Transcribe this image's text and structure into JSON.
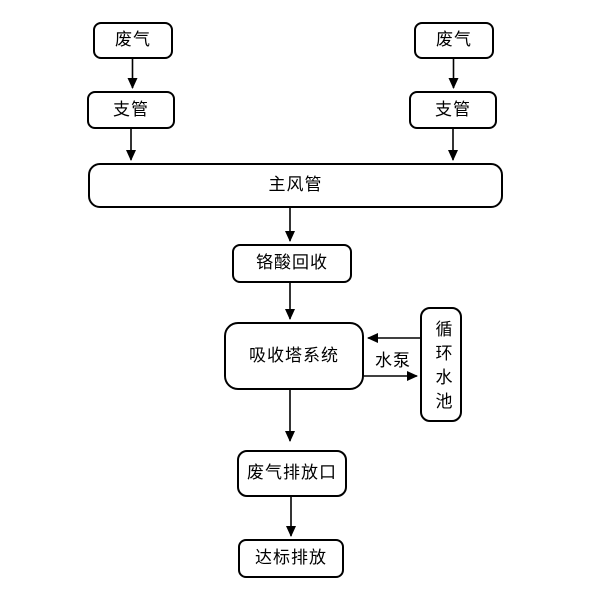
{
  "diagram": {
    "type": "flowchart",
    "background_color": "#ffffff",
    "line_color": "#000000",
    "box_fill_color": "#ffffff",
    "text_color": "#000000",
    "nodes": {
      "waste_gas_left": {
        "label": "废气"
      },
      "waste_gas_right": {
        "label": "废气"
      },
      "branch_pipe_left": {
        "label": "支管"
      },
      "branch_pipe_right": {
        "label": "支管"
      },
      "main_duct": {
        "label": "主风管"
      },
      "chromic_recovery": {
        "label": "铬酸回收"
      },
      "absorption_tower": {
        "label": "吸收塔系统"
      },
      "circulating_pool": {
        "label": "循环水池"
      },
      "discharge_outlet": {
        "label": "废气排放口"
      },
      "compliant_discharge": {
        "label": "达标排放"
      }
    },
    "edge_labels": {
      "water_pump": "水泵"
    },
    "edges": [
      {
        "from": "waste_gas_left",
        "to": "branch_pipe_left"
      },
      {
        "from": "waste_gas_right",
        "to": "branch_pipe_right"
      },
      {
        "from": "branch_pipe_left",
        "to": "main_duct"
      },
      {
        "from": "branch_pipe_right",
        "to": "main_duct"
      },
      {
        "from": "main_duct",
        "to": "chromic_recovery"
      },
      {
        "from": "chromic_recovery",
        "to": "absorption_tower"
      },
      {
        "from": "circulating_pool",
        "to": "absorption_tower",
        "label": "水泵"
      },
      {
        "from": "absorption_tower",
        "to": "circulating_pool",
        "label": "水泵"
      },
      {
        "from": "absorption_tower",
        "to": "discharge_outlet"
      },
      {
        "from": "discharge_outlet",
        "to": "compliant_discharge"
      }
    ]
  }
}
